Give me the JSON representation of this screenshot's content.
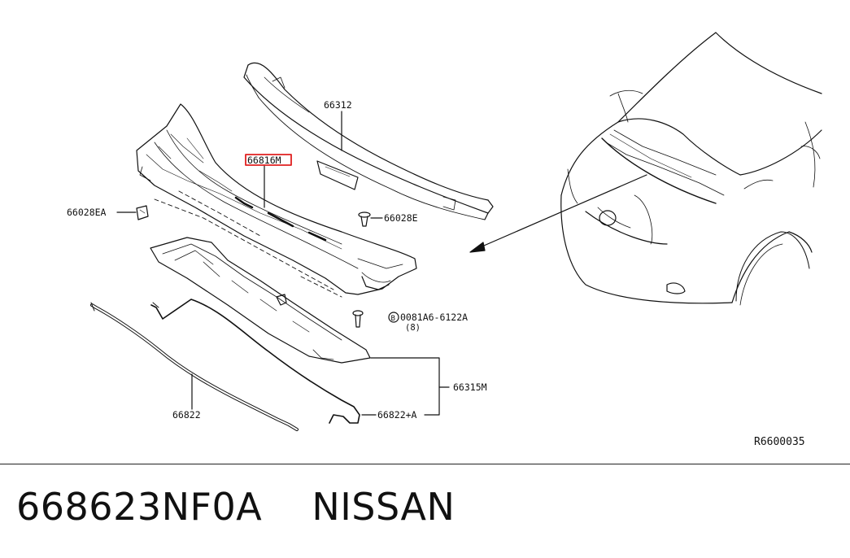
{
  "callouts": {
    "p66312": "66312",
    "p66816m": "66816M",
    "p66028ea": "66028EA",
    "p66028e": "66028E",
    "p0081a6": "0081A6-6122A",
    "bolt_circle": "B",
    "p0081a6_qty": "(8)",
    "p66315m": "66315M",
    "p66822": "66822",
    "p66822a": "66822+A"
  },
  "diagram_code": "R6600035",
  "caption": {
    "part_number": "668623NF0A",
    "brand": "NISSAN"
  },
  "colors": {
    "line": "#111111",
    "highlight": "#e02020"
  }
}
